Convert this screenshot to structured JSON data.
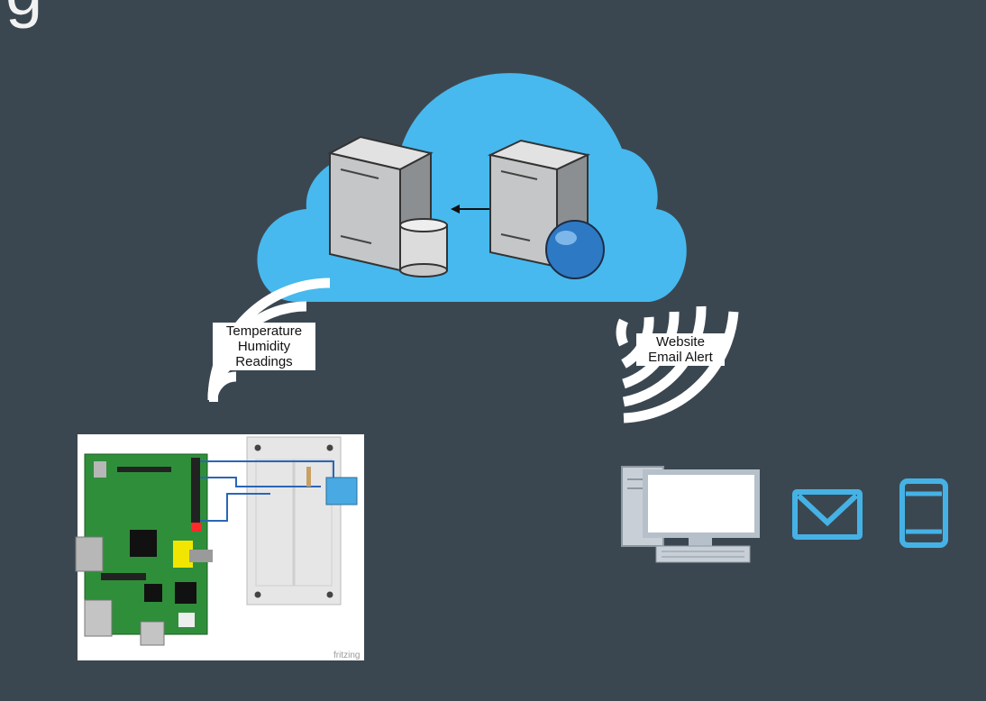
{
  "corner_glyph": "g",
  "upload_label": {
    "lines": [
      "Temperature",
      "Humidity",
      "Readings"
    ]
  },
  "download_label": {
    "lines": [
      "Website",
      "Email Alert"
    ]
  },
  "board_credit": "fritzing",
  "colors": {
    "background": "#3b4750",
    "cloud": "#47b9ee",
    "signal": "#ffffff",
    "device_blue": "#45b2e6",
    "board_green": "#2f8e3a"
  },
  "icons": [
    "cloud-icon",
    "database-server-icon",
    "web-server-icon",
    "wifi-signal-icon",
    "desktop-computer-icon",
    "email-icon",
    "smartphone-icon",
    "raspberry-pi-board"
  ]
}
